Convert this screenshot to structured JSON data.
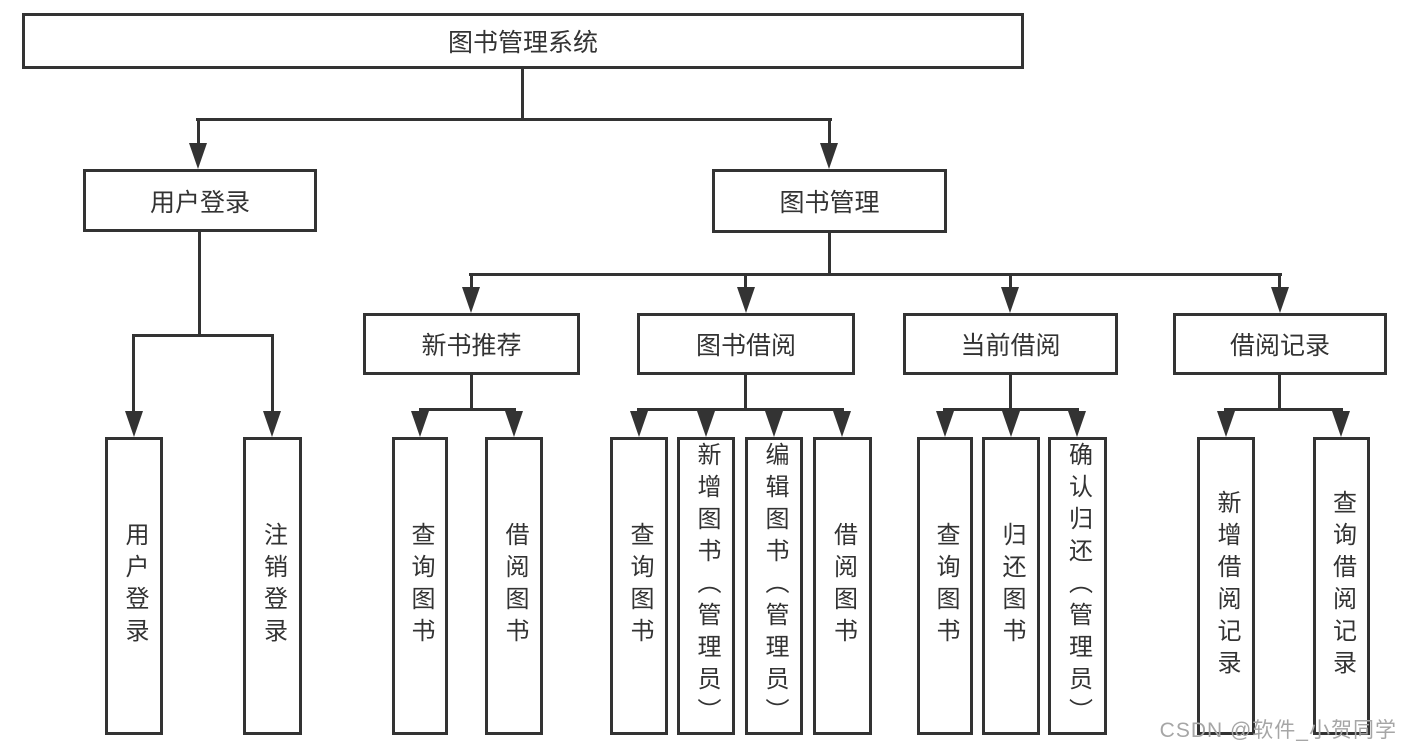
{
  "diagram": {
    "root": {
      "label": "图书管理系统"
    },
    "level2": {
      "login": {
        "label": "用户登录"
      },
      "mgmt": {
        "label": "图书管理"
      }
    },
    "level3": {
      "newbook": {
        "label": "新书推荐"
      },
      "borrow": {
        "label": "图书借阅"
      },
      "current": {
        "label": "当前借阅"
      },
      "records": {
        "label": "借阅记录"
      }
    },
    "leaves": {
      "user_login": {
        "label": "用户登录"
      },
      "logout": {
        "label": "注销登录"
      },
      "nb_query": {
        "label": "查询图书"
      },
      "nb_borrow": {
        "label": "借阅图书"
      },
      "bw_query": {
        "label": "查询图书"
      },
      "bw_add": {
        "label": "新增图书（管理员）"
      },
      "bw_edit": {
        "label": "编辑图书（管理员）"
      },
      "bw_borrow": {
        "label": "借阅图书"
      },
      "cu_query": {
        "label": "查询图书"
      },
      "cu_return": {
        "label": "归还图书"
      },
      "cu_confirm": {
        "label": "确认归还（管理员）"
      },
      "rec_add": {
        "label": "新增借阅记录"
      },
      "rec_query": {
        "label": "查询借阅记录"
      }
    }
  },
  "watermark": {
    "text": "CSDN @软件_小贺同学"
  },
  "colors": {
    "line": "#333333",
    "text": "#333333",
    "box_background": "#ffffff",
    "watermark": "#a6a6a6"
  }
}
